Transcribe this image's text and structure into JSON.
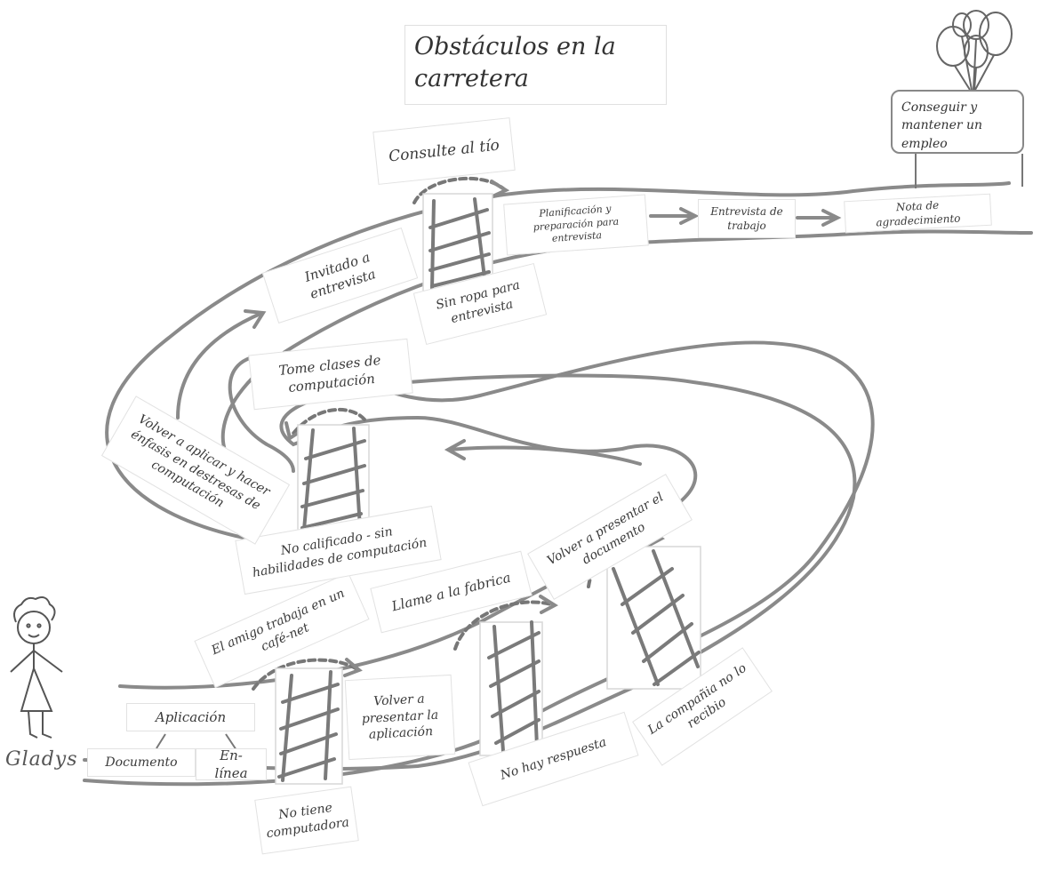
{
  "title": "Obstáculos en la carretera",
  "goal": "Conseguir y mantener un empleo",
  "person": "Gladys",
  "steps": {
    "aplicacion": "Aplicación",
    "documento": "Documento",
    "en_linea": "En-línea",
    "no_computadora": "No tiene computadora",
    "amigo": "El amigo trabaja en un café-net",
    "volver_presentar_aplicacion": "Volver a presentar la aplicación",
    "llame_fabrica": "Llame a la fabrica",
    "no_respuesta": "No hay respuesta",
    "volver_presentar_documento": "Volver a presentar el documento",
    "compania_no_recibio": "La compañia no lo recibio",
    "no_calificado": "No calificado - sin habilidades de computación",
    "tome_clases": "Tome clases de computación",
    "volver_aplicar": "Volver a aplicar y hacer énfasis en destresas de computación",
    "invitado": "Invitado a entrevista",
    "sin_ropa": "Sin ropa para entrevista",
    "consulte_tio": "Consulte al tío",
    "planificacion": "Planificación y preparación para entrevista",
    "entrevista": "Entrevista de trabajo",
    "nota": "Nota de agradecimiento"
  }
}
